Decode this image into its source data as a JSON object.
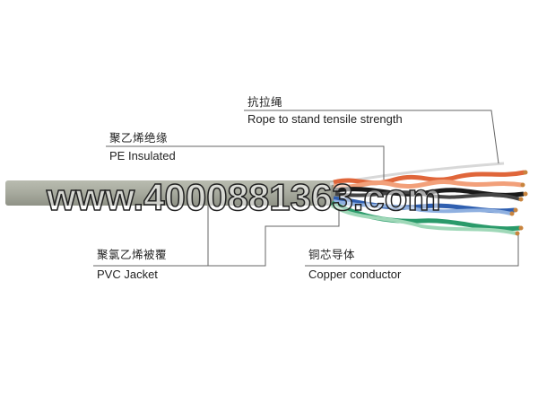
{
  "labels": {
    "rope": {
      "zh": "抗拉绳",
      "en": "Rope to stand tensile strength"
    },
    "pe": {
      "zh": "聚乙烯绝缘",
      "en": "PE Insulated"
    },
    "pvc": {
      "zh": "聚氯乙烯被覆",
      "en": "PVC Jacket"
    },
    "copper": {
      "zh": "铜芯导体",
      "en": "Copper conductor"
    }
  },
  "watermark": "www.4000881363.com",
  "colors": {
    "jacket": "#a9aca0",
    "pair_orange": "#e0663a",
    "pair_black": "#1a1a1a",
    "pair_blue": "#2f5fb0",
    "pair_green": "#2a9a6a",
    "copper": "#c8843e",
    "leader_line": "#666666"
  }
}
